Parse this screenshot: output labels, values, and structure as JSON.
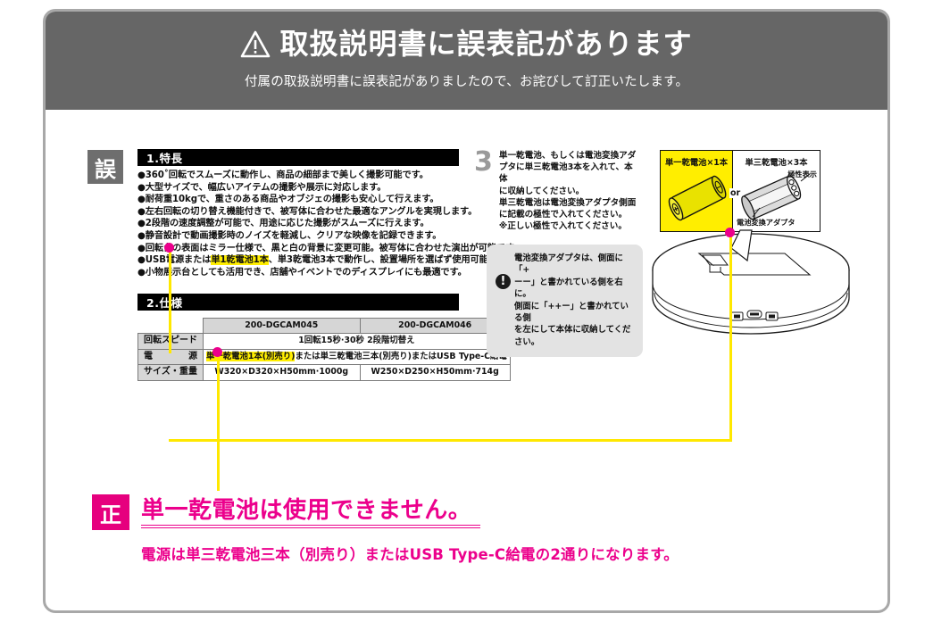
{
  "header": {
    "warning_icon": "warning-triangle-icon",
    "title": "取扱説明書に誤表記があります",
    "subtitle": "付属の取扱説明書に誤表記がありましたので、お詫びして訂正いたします。",
    "bg_color": "#666666"
  },
  "wrong": {
    "badge": "誤",
    "badge_color": "#6e6e6e",
    "section1_title": "1.特長",
    "features": [
      "●360˚回転でスムーズに動作し、商品の細部まで美しく撮影可能です。",
      "●大型サイズで、幅広いアイテムの撮影や展示に対応します。",
      "●耐荷重10kgで、重さのある商品やオブジェの撮影も安心して行えます。",
      "●左右回転の切り替え機能付きで、被写体に合わせた最適なアングルを実現します。",
      "●2段階の速度調整が可能で、用途に応じた撮影がスムーズに行えます。",
      "●静音設計で動画撮影時のノイズを軽減し、クリアな映像を記録できます。",
      "●回転台の表面はミラー仕様で、黒と白の背景に変更可能。被写体に合わせた演出が可能です"
    ],
    "feature_highlighted": {
      "before": "●USB電源または",
      "highlight": "単1乾電池1本",
      "after": "、単3乾電池3本で動作し、設置場所を選ばず使用可能です。"
    },
    "feature_last": "●小物展示台としても活用でき、店舗やイベントでのディスプレイにも最適です。",
    "section2_title": "2.仕様",
    "table": {
      "columns": [
        "",
        "200-DGCAM045",
        "200-DGCAM046"
      ],
      "rows": [
        {
          "label": "回転スピード",
          "merged": true,
          "value": "1回転15秒·30秒 2段階切替え"
        },
        {
          "label": "電源",
          "merged": true,
          "highlight": "単一乾電池1本(別売り)",
          "value_rest": "または単三乾電池三本(別売り)またはUSB Type-C給電"
        },
        {
          "label": "サイズ・重量",
          "merged": false,
          "values": [
            "W320×D320×H50mm·1000g",
            "W250×D250×H50mm·714g"
          ]
        }
      ]
    },
    "step": {
      "number": "3",
      "lines": [
        "単一乾電池、もしくは電池変換アダ",
        "プタに単三乾電池3本を入れて、本体",
        "に収納してください。",
        "単三乾電池は電池変換アダプタ側面",
        "に記載の極性で入れてください。",
        "※正しい極性で入れてください。"
      ]
    },
    "note": {
      "icon": "exclamation-circle-icon",
      "lines": [
        "電池変換アダプタは、側面に「+",
        "ーー」と書かれている側を右に。",
        "側面に「++ー」と書かれている側",
        "を左にして本体に収納してくだ",
        "さい。"
      ]
    },
    "battery_panel": {
      "left_caption": "単一乾電池×1本",
      "or_label": "or",
      "right_caption": "単三乾電池×3本",
      "polarity_label": "極性表示",
      "adapter_label": "電池変換アダプタ",
      "highlight_color": "#ffee00"
    }
  },
  "correct": {
    "badge": "正",
    "badge_color": "#e6007e",
    "main": "単一乾電池は使用できません。",
    "sub": "電源は単三乾電池三本（別売り）またはUSB Type-C給電の2通りになります。",
    "text_color": "#ec008c"
  },
  "connectors": {
    "line_color": "#ffe800",
    "dot_color": "#ec008c"
  }
}
